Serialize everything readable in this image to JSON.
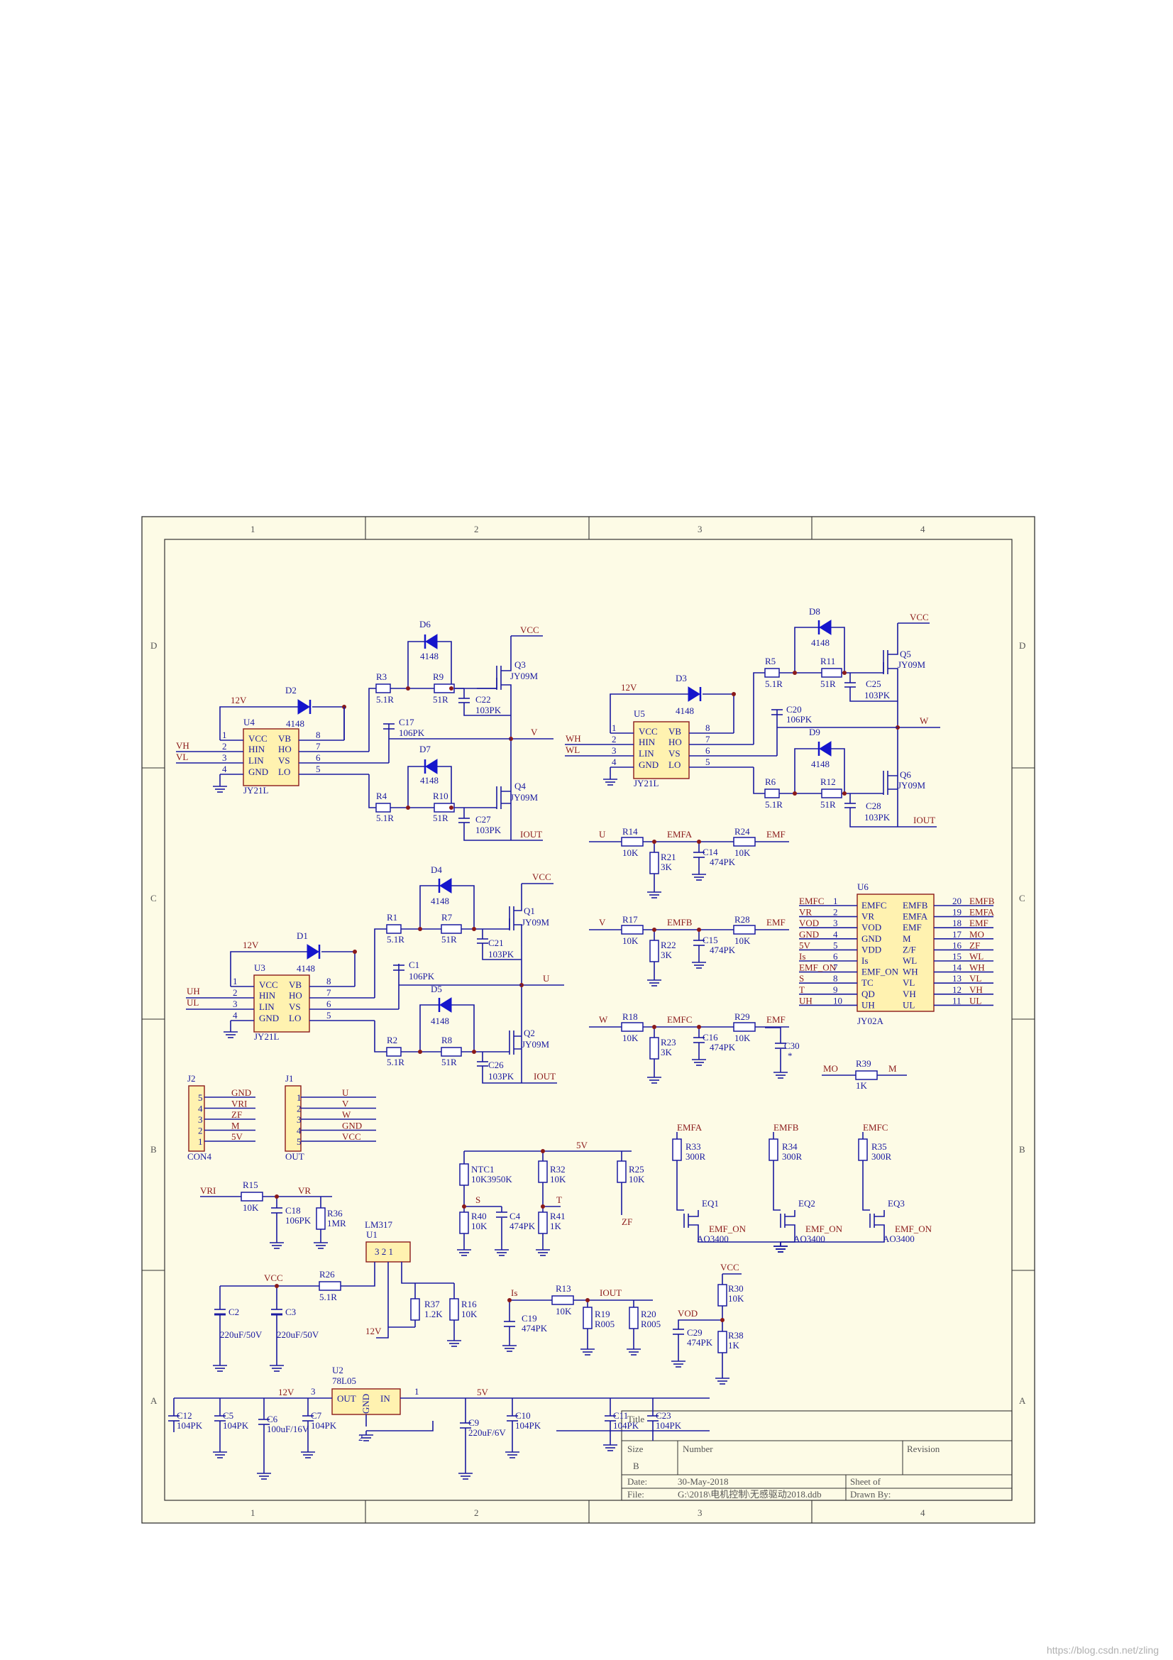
{
  "sheet": {
    "zone_columns": [
      "1",
      "2",
      "3",
      "4"
    ],
    "zone_rows": [
      "D",
      "C",
      "B",
      "A"
    ],
    "background": "#fdfbe6",
    "wire_color": "#1a1aa0",
    "net_color": "#8b1a1a",
    "chip_fill": "#fff2b0",
    "diode_color": "#1515cc"
  },
  "title_block": {
    "title_label": "Title",
    "size_label": "Size",
    "size_value": "B",
    "number_label": "Number",
    "revision_label": "Revision",
    "date_label": "Date:",
    "date_value": "30-May-2018",
    "file_label": "File:",
    "file_value": "G:\\2018\\电机控制\\无感驱动2018.ddb",
    "sheet_label": "Sheet   of",
    "drawn_by_label": "Drawn By:"
  },
  "watermark": "https://blog.csdn.net/zling",
  "driver_v": {
    "chip": "U4",
    "chip_part": "JY21L",
    "pins_left": [
      "VCC",
      "HIN",
      "LIN",
      "GND"
    ],
    "pins_right": [
      "VB",
      "HO",
      "VS",
      "LO"
    ],
    "pin_nums_left": [
      "1",
      "2",
      "3",
      "4"
    ],
    "pin_nums_right": [
      "8",
      "7",
      "6",
      "5"
    ],
    "in_high": "VH",
    "in_low": "VL",
    "supply": "12V",
    "out": "V",
    "vcc": "VCC",
    "iout": "IOUT",
    "d_boot": "D2",
    "d_boot_val": "4148",
    "d_hi": "D6",
    "d_hi_val": "4148",
    "d_lo": "D7",
    "d_lo_val": "4148",
    "r_hi": "R3",
    "r_hi_val": "5.1R",
    "r_hi2": "R9",
    "r_hi2_val": "51R",
    "r_lo": "R4",
    "r_lo_val": "5.1R",
    "r_lo2": "R10",
    "r_lo2_val": "51R",
    "c_boot": "C17",
    "c_boot_val": "106PK",
    "c_hi": "C22",
    "c_hi_val": "103PK",
    "c_lo": "C27",
    "c_lo_val": "103PK",
    "q_hi": "Q3",
    "q_hi_val": "JY09M",
    "q_lo": "Q4",
    "q_lo_val": "JY09M"
  },
  "driver_w": {
    "chip": "U5",
    "chip_part": "JY21L",
    "pins_left": [
      "VCC",
      "HIN",
      "LIN",
      "GND"
    ],
    "pins_right": [
      "VB",
      "HO",
      "VS",
      "LO"
    ],
    "pin_nums_left": [
      "1",
      "2",
      "3",
      "4"
    ],
    "pin_nums_right": [
      "8",
      "7",
      "6",
      "5"
    ],
    "in_high": "WH",
    "in_low": "WL",
    "supply": "12V",
    "out": "W",
    "vcc": "VCC",
    "iout": "IOUT",
    "d_boot": "D3",
    "d_boot_val": "4148",
    "d_hi": "D8",
    "d_hi_val": "4148",
    "d_lo": "D9",
    "d_lo_val": "4148",
    "r_hi": "R5",
    "r_hi_val": "5.1R",
    "r_hi2": "R11",
    "r_hi2_val": "51R",
    "r_lo": "R6",
    "r_lo_val": "5.1R",
    "r_lo2": "R12",
    "r_lo2_val": "51R",
    "c_boot": "C20",
    "c_boot_val": "106PK",
    "c_hi": "C25",
    "c_hi_val": "103PK",
    "c_lo": "C28",
    "c_lo_val": "103PK",
    "q_hi": "Q5",
    "q_hi_val": "JY09M",
    "q_lo": "Q6",
    "q_lo_val": "JY09M"
  },
  "driver_u": {
    "chip": "U3",
    "chip_part": "JY21L",
    "pins_left": [
      "VCC",
      "HIN",
      "LIN",
      "GND"
    ],
    "pins_right": [
      "VB",
      "HO",
      "VS",
      "LO"
    ],
    "pin_nums_left": [
      "1",
      "2",
      "3",
      "4"
    ],
    "pin_nums_right": [
      "8",
      "7",
      "6",
      "5"
    ],
    "in_high": "UH",
    "in_low": "UL",
    "supply": "12V",
    "out": "U",
    "vcc": "VCC",
    "iout": "IOUT",
    "d_boot": "D1",
    "d_boot_val": "4148",
    "d_hi": "D4",
    "d_hi_val": "4148",
    "d_lo": "D5",
    "d_lo_val": "4148",
    "r_hi": "R1",
    "r_hi_val": "5.1R",
    "r_hi2": "R7",
    "r_hi2_val": "51R",
    "r_lo": "R2",
    "r_lo_val": "5.1R",
    "r_lo2": "R8",
    "r_lo2_val": "51R",
    "c_boot": "C1",
    "c_boot_val": "106PK",
    "c_hi": "C21",
    "c_hi_val": "103PK",
    "c_lo": "C26",
    "c_lo_val": "103PK",
    "q_hi": "Q1",
    "q_hi_val": "JY09M",
    "q_lo": "Q2",
    "q_lo_val": "JY09M"
  },
  "emf_filters": [
    {
      "in": "U",
      "r_in": "R14",
      "r_in_val": "10K",
      "node": "EMFA",
      "r_gnd": "R21",
      "r_gnd_val": "3K",
      "cap": "C14",
      "cap_val": "474PK",
      "r_out": "R24",
      "r_out_val": "10K",
      "out": "EMF"
    },
    {
      "in": "V",
      "r_in": "R17",
      "r_in_val": "10K",
      "node": "EMFB",
      "r_gnd": "R22",
      "r_gnd_val": "3K",
      "cap": "C15",
      "cap_val": "474PK",
      "r_out": "R28",
      "r_out_val": "10K",
      "out": "EMF"
    },
    {
      "in": "W",
      "r_in": "R18",
      "r_in_val": "10K",
      "node": "EMFC",
      "r_gnd": "R23",
      "r_gnd_val": "3K",
      "cap": "C16",
      "cap_val": "474PK",
      "r_out": "R29",
      "r_out_val": "10K",
      "out": "EMF"
    }
  ],
  "c30": {
    "ref": "C30",
    "val": "*",
    "net": "EMF"
  },
  "controller": {
    "ref": "U6",
    "part": "JY02A",
    "left_pins": [
      {
        "num": "1",
        "name": "EMFC",
        "net": "EMFC"
      },
      {
        "num": "2",
        "name": "VR",
        "net": "VR"
      },
      {
        "num": "3",
        "name": "VOD",
        "net": "VOD"
      },
      {
        "num": "4",
        "name": "GND",
        "net": "GND"
      },
      {
        "num": "5",
        "name": "VDD",
        "net": "5V"
      },
      {
        "num": "6",
        "name": "Is",
        "net": "Is"
      },
      {
        "num": "7",
        "name": "EMF_ON",
        "net": "EMF_ON"
      },
      {
        "num": "8",
        "name": "TC",
        "net": "S"
      },
      {
        "num": "9",
        "name": "QD",
        "net": "T"
      },
      {
        "num": "10",
        "name": "UH",
        "net": "UH"
      }
    ],
    "right_pins": [
      {
        "num": "20",
        "name": "EMFB",
        "net": "EMFB"
      },
      {
        "num": "19",
        "name": "EMFA",
        "net": "EMFA"
      },
      {
        "num": "18",
        "name": "EMF",
        "net": "EMF"
      },
      {
        "num": "17",
        "name": "M",
        "net": "MO"
      },
      {
        "num": "16",
        "name": "Z/F",
        "net": "ZF"
      },
      {
        "num": "15",
        "name": "WL",
        "net": "WL"
      },
      {
        "num": "14",
        "name": "WH",
        "net": "WH"
      },
      {
        "num": "13",
        "name": "VL",
        "net": "VL"
      },
      {
        "num": "12",
        "name": "VH",
        "net": "VH"
      },
      {
        "num": "11",
        "name": "UL",
        "net": "UL"
      }
    ]
  },
  "r39": {
    "ref": "R39",
    "val": "1K",
    "left": "MO",
    "right": "M"
  },
  "j2": {
    "ref": "J2",
    "part": "CON4",
    "pins": [
      "5",
      "4",
      "3",
      "2",
      "1"
    ],
    "nets": [
      "GND",
      "VRI",
      "ZF",
      "M",
      "5V"
    ]
  },
  "j1": {
    "ref": "J1",
    "part": "OUT",
    "pins": [
      "1",
      "2",
      "3",
      "4",
      "5"
    ],
    "nets": [
      "U",
      "V",
      "W",
      "GND",
      "VCC"
    ]
  },
  "emf_switches": [
    {
      "net": "EMFA",
      "r": "R33",
      "r_val": "300R",
      "q": "EQ1",
      "q_val": "AO3400"
    },
    {
      "net": "EMFB",
      "r": "R34",
      "r_val": "300R",
      "q": "EQ2",
      "q_val": "AO3400"
    },
    {
      "net": "EMFC",
      "r": "R35",
      "r_val": "300R",
      "q": "EQ3",
      "q_val": "AO3400"
    }
  ],
  "emf_on": "EMF_ON",
  "sense": {
    "rail": "5V",
    "ntc": "NTC1",
    "ntc_val": "10K3950K",
    "s": "S",
    "r40": "R40",
    "r40_val": "10K",
    "c4": "C4",
    "c4_val": "474PK",
    "r32": "R32",
    "r32_val": "10K",
    "t": "T",
    "r41": "R41",
    "r41_val": "1K",
    "r25": "R25",
    "r25_val": "10K",
    "zf": "ZF"
  },
  "vr_filter": {
    "in": "VRI",
    "r": "R15",
    "r_val": "10K",
    "out": "VR",
    "c": "C18",
    "c_val": "106PK",
    "r2": "R36",
    "r2_val": "1MR"
  },
  "lm317": {
    "ref": "U1",
    "part": "LM317",
    "pins": "3 2 1",
    "vcc": "VCC",
    "out": "12V",
    "c2": "C2",
    "c2_val": "220uF/50V",
    "c3": "C3",
    "c3_val": "220uF/50V",
    "r26": "R26",
    "r26_val": "5.1R",
    "r37": "R37",
    "r37_val": "1.2K",
    "r16": "R16",
    "r16_val": "10K"
  },
  "current_sense": {
    "is": "Is",
    "iout": "IOUT",
    "c19": "C19",
    "c19_val": "474PK",
    "r13": "R13",
    "r13_val": "10K",
    "r19": "R19",
    "r19_val": "R005",
    "r20": "R20",
    "r20_val": "R005"
  },
  "vod": {
    "vcc": "VCC",
    "net": "VOD",
    "r30": "R30",
    "r30_val": "10K",
    "r38": "R38",
    "r38_val": "1K",
    "c29": "C29",
    "c29_val": "474PK"
  },
  "reg78": {
    "ref": "U2",
    "part": "78L05",
    "out": "OUT",
    "in": "IN",
    "gnd": "GND",
    "pin_in": "1",
    "pin_out": "3",
    "pin_gnd": "2",
    "v12": "12V",
    "v5": "5V",
    "caps": [
      {
        "ref": "C12",
        "val": "104PK"
      },
      {
        "ref": "C5",
        "val": "104PK"
      },
      {
        "ref": "C6",
        "val": "100uF/16V"
      },
      {
        "ref": "C7",
        "val": "104PK"
      },
      {
        "ref": "C9",
        "val": "220uF/6V"
      },
      {
        "ref": "C10",
        "val": "104PK"
      },
      {
        "ref": "C11",
        "val": "104PK"
      },
      {
        "ref": "C23",
        "val": "104PK"
      }
    ]
  }
}
